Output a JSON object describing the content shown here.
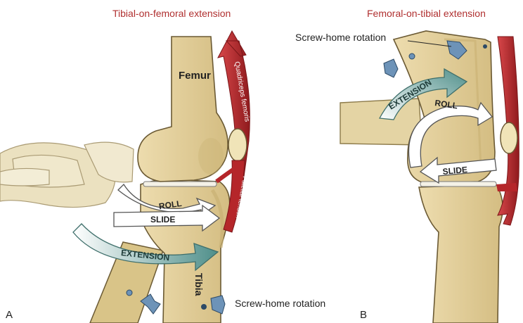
{
  "panel_a": {
    "letter": "A",
    "title": "Tibial-on-femoral extension",
    "labels": {
      "femur": "Femur",
      "tibia": "Tibia",
      "quadriceps": "Quadriceps femoris",
      "patellar_tendon": "Patellar tendon",
      "roll": "ROLL",
      "slide": "SLIDE",
      "extension": "EXTENSION",
      "screw_home": "Screw-home rotation"
    }
  },
  "panel_b": {
    "letter": "B",
    "title": "Femoral-on-tibial extension",
    "labels": {
      "screw_home": "Screw-home rotation",
      "extension": "EXTENSION",
      "roll": "ROLL",
      "slide": "SLIDE"
    }
  },
  "colors": {
    "bone": "#e3d09a",
    "bone_shadow": "#c9b173",
    "bone_outline": "#6b5a34",
    "muscle": "#b5262a",
    "arrow_teal": "#4f8f8a",
    "arrow_white": "#ffffff",
    "rotation_blue": "#6d93b8",
    "title_red": "#b03030"
  },
  "icons": [
    "rotation-arrow-icon",
    "axis-dot-icon"
  ]
}
